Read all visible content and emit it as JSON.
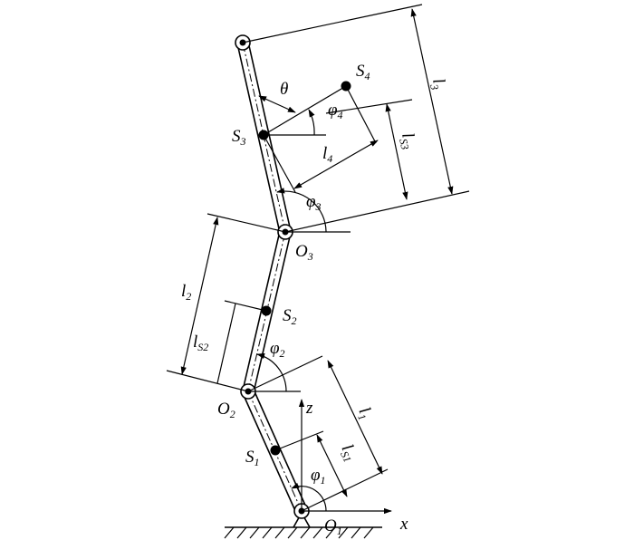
{
  "joints": {
    "o1": "O",
    "o1_sub": "1",
    "o2": "O",
    "o2_sub": "2",
    "o3": "O",
    "o3_sub": "3"
  },
  "mass_centers": {
    "s1": "S",
    "s1_sub": "1",
    "s2": "S",
    "s2_sub": "2",
    "s3": "S",
    "s3_sub": "3",
    "s4": "S",
    "s4_sub": "4"
  },
  "axes": {
    "x": "x",
    "z": "z"
  },
  "angles": {
    "phi1": "φ",
    "phi1_sub": "1",
    "phi2": "φ",
    "phi2_sub": "2",
    "phi3": "φ",
    "phi3_sub": "3",
    "phi4": "φ",
    "phi4_sub": "4",
    "theta": "θ"
  },
  "lengths": {
    "l1": "l",
    "l1_sub": "1",
    "l2": "l",
    "l2_sub": "2",
    "l3": "l",
    "l3_sub": "3",
    "l4": "l",
    "l4_sub": "4",
    "ls1": "l",
    "ls1_sub": "S1",
    "ls2": "l",
    "ls2_sub": "S2",
    "ls3": "l",
    "ls3_sub": "S3"
  }
}
